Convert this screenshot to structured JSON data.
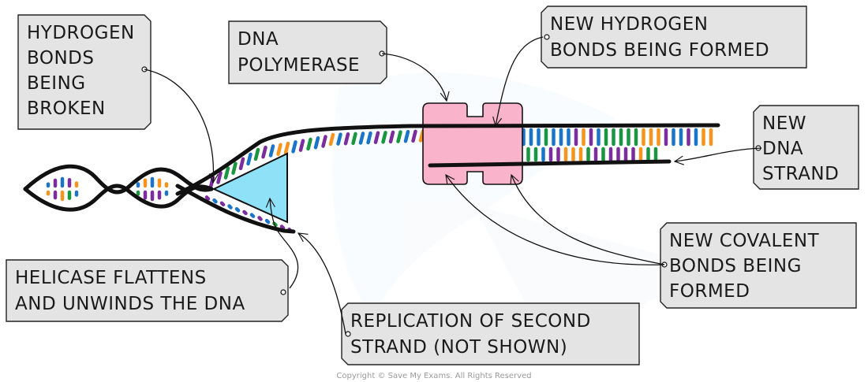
{
  "title": "DNA replication by helicase and DNA polymerase",
  "colors": {
    "base_purple": "#7b2d9e",
    "base_blue": "#1a75c9",
    "base_orange": "#f7941d",
    "base_green": "#1a9641",
    "helicase_fill": "#8fe1f7",
    "polymerase_fill": "#f9b4cb",
    "label_fill": "#e4e4e4",
    "strand": "#111111"
  },
  "labels": {
    "hydrogen_bonds_broken": [
      "HYDROGEN",
      "BONDS",
      "BEING",
      "BROKEN"
    ],
    "dna_polymerase": [
      "DNA",
      "POLYMERASE"
    ],
    "new_hydrogen_bonds": [
      "NEW  HYDROGEN",
      "BONDS  BEING FORMED"
    ],
    "new_dna_strand": [
      "NEW",
      "DNA",
      "STRAND"
    ],
    "new_covalent_bonds": [
      "NEW  COVALENT",
      "BONDS  BEING",
      "FORMED"
    ],
    "helicase": [
      "HELICASE  FLATTENS",
      "AND  UNWINDS THE  DNA"
    ],
    "second_strand": [
      "REPLICATION  OF  SECOND",
      "STRAND  (NOT  SHOWN)"
    ]
  },
  "components": {
    "helicase": "helicase enzyme",
    "polymerase": "DNA polymerase enzyme"
  },
  "copyright": "Copyright © Save My Exams. All Rights Reserved"
}
